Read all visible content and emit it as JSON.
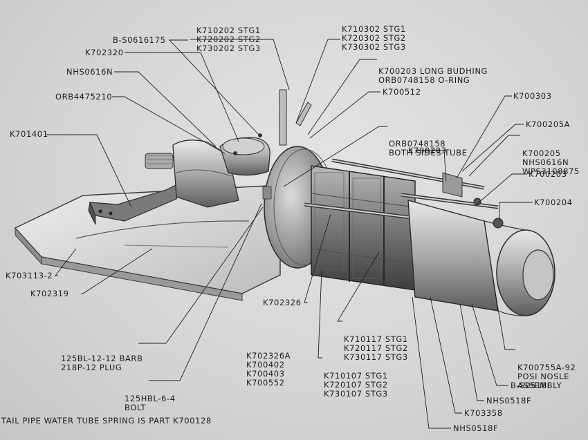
{
  "callouts": {
    "k710202_stg": [
      "K710202 STG1",
      "K720202 STG2",
      "K730202 STG3"
    ],
    "k710302_stg": [
      "K710302 STG1",
      "K720302 STG2",
      "K730302 STG3"
    ],
    "bs0616175": "B-S0616175",
    "k702320": "K702320",
    "k700203_long": [
      "K700203 LONG BUDHING",
      "ORB0748158 O-RING"
    ],
    "nhs0616n": "NHS0616N",
    "k700512": "K700512",
    "orb4475210": "ORB4475210",
    "k700303": "K700303",
    "orb0748158": [
      "ORB0748158",
      "BOTH SIDES TUBE"
    ],
    "k700205a": "K700205A",
    "k701401": "K701401",
    "k700205_group": [
      "K700205",
      "NHS0616N",
      "WPS3108875"
    ],
    "k700203_a": "K700203",
    "k700203_b": "K700203",
    "k700204": "K700204",
    "k703113": "K703113-2",
    "k702319": "K702319",
    "k702326": "K702326",
    "k710117_stg": [
      "K710117 STG1",
      "K720117 STG2",
      "K730117 STG3"
    ],
    "k700755a": [
      "K700755A-92",
      "POSI NOSLE",
      "ASSEMBLY"
    ],
    "barb": [
      "125BL-12-12 BARB",
      "218P-12 PLUG"
    ],
    "k702326a_group": [
      "K702326A",
      "K700402",
      "K700403",
      "K700552"
    ],
    "k710107_stg": [
      "K710107 STG1",
      "K720107 STG2",
      "K730107 STG3"
    ],
    "bs0518f": "B-S0518F",
    "bolt": [
      "125HBL-6-4",
      "BOLT"
    ],
    "nhs0518f_a": "NHS0518F",
    "k703358": "K703358",
    "nhs0518f_b": "NHS0518F",
    "footnote": "TAIL PIPE WATER TUBE SPRING IS PART K700128"
  }
}
